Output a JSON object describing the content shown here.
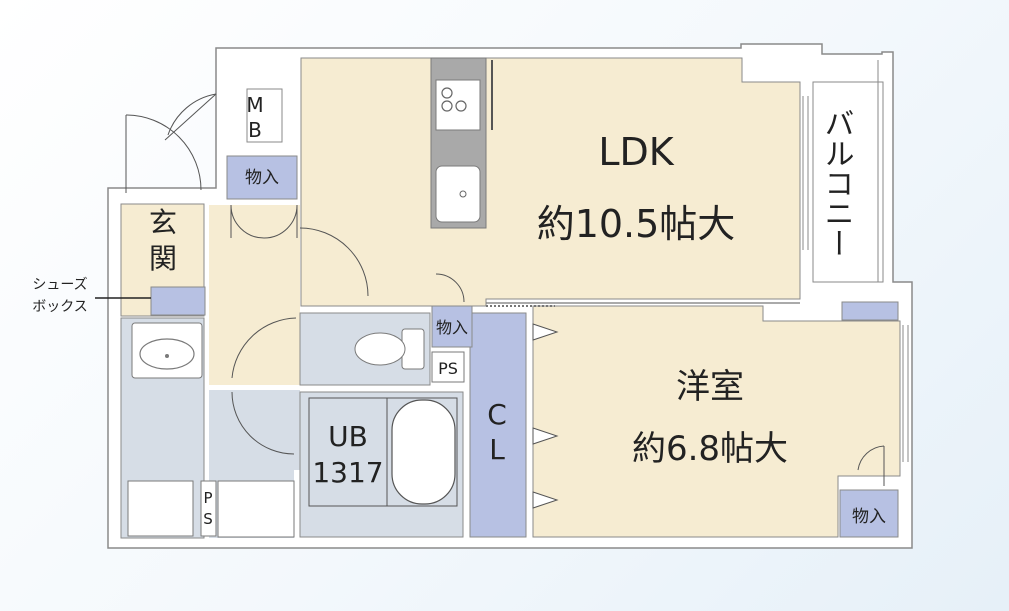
{
  "rooms": {
    "ldk": {
      "name": "LDK",
      "size": "約10.5帖大"
    },
    "western": {
      "name": "洋室",
      "size": "約6.8帖大"
    },
    "entrance": {
      "line1": "玄",
      "line2": "関"
    },
    "balcony": {
      "label": "バルコニー"
    },
    "bath": {
      "line1": "UB",
      "line2": "1317"
    },
    "closet": {
      "line1": "C",
      "line2": "L"
    },
    "meter_box": {
      "line1": "M",
      "line2": "B"
    }
  },
  "storage": {
    "upper": "物入",
    "toilet_side": "物入",
    "western": "物入"
  },
  "pipe_space": {
    "toilet_side": "PS",
    "laundry_line1": "P",
    "laundry_line2": "S"
  },
  "shoe_box": {
    "line1": "シューズ",
    "line2": "ボックス"
  },
  "colors": {
    "wall_fill": "#ffffff",
    "wall_line": "#7a7a7a",
    "ldk_floor": "#f6ecd2",
    "corridor_floor": "#f6ecd2",
    "wet_area": "#d6dde6",
    "storage_blue": "#b7c1e3",
    "kitchen_counter": "#a9a9a9"
  }
}
